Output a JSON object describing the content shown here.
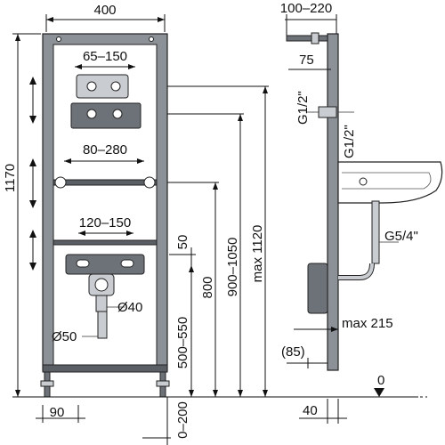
{
  "front": {
    "width": "400",
    "height_total": "1170",
    "bracket_top": "65–150",
    "rail_mid": "80–280",
    "rail_low": "120–150",
    "small_50": "50",
    "h_800": "800",
    "h_900_1050": "900–1050",
    "h_max1120": "max 1120",
    "h_500_550": "500–550",
    "d40": "Ø40",
    "d50": "Ø50",
    "foot_90": "90",
    "foot_0_200": "0–200"
  },
  "side": {
    "depth_top": "100–220",
    "d75": "75",
    "g_left": "G1/2\"",
    "g_right": "G1/2\"",
    "g54": "G5/4\"",
    "max215": "max 215",
    "d85": "(85)",
    "d40": "40",
    "floor_zero": "0"
  }
}
